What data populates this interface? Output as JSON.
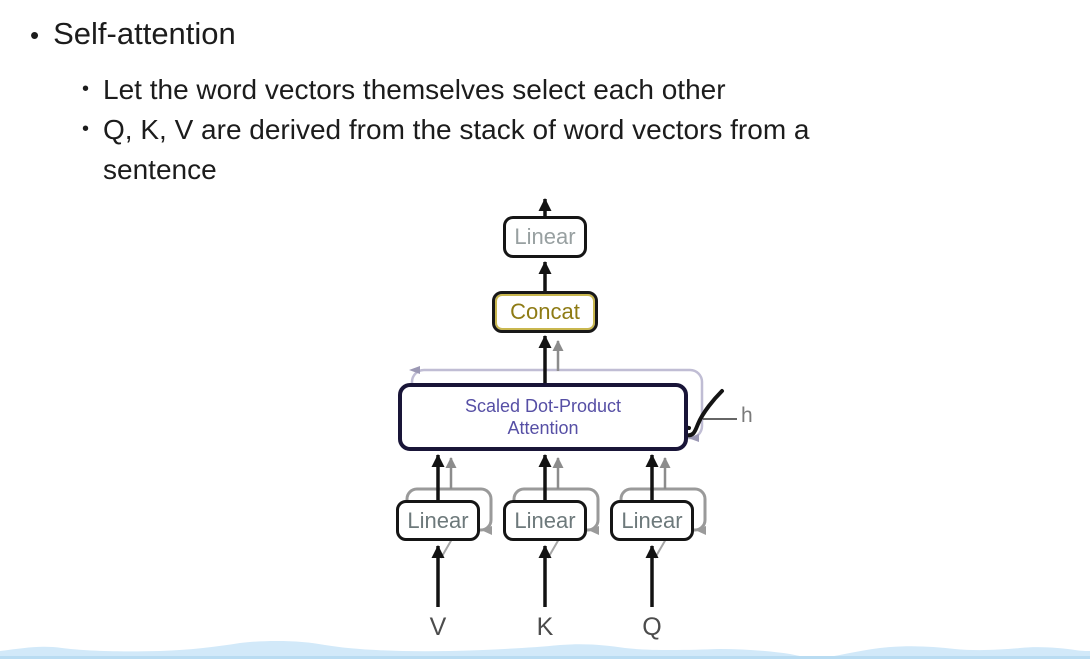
{
  "bullets": {
    "main": "Self-attention",
    "sub1": "Let the word vectors themselves select each other",
    "sub2": "Q, K, V are derived from the stack of word vectors from a sentence",
    "marker": "•"
  },
  "diagram": {
    "top_linear": "Linear",
    "concat": "Concat",
    "attention_line1": "Scaled Dot-Product",
    "attention_line2": "Attention",
    "h_label": "h",
    "linears": [
      "Linear",
      "Linear",
      "Linear"
    ],
    "inputs": [
      "V",
      "K",
      "Q"
    ],
    "colors": {
      "attention_text": "#564fa5",
      "concat_text": "#8e7b14",
      "linear_text_top": "#98a0a1",
      "linear_text_bottom": "#6d797b",
      "stack_outline": "#c0bdd4",
      "shadow_outline": "#9a9a9a",
      "wave_fill": "#d2e9f9"
    }
  }
}
